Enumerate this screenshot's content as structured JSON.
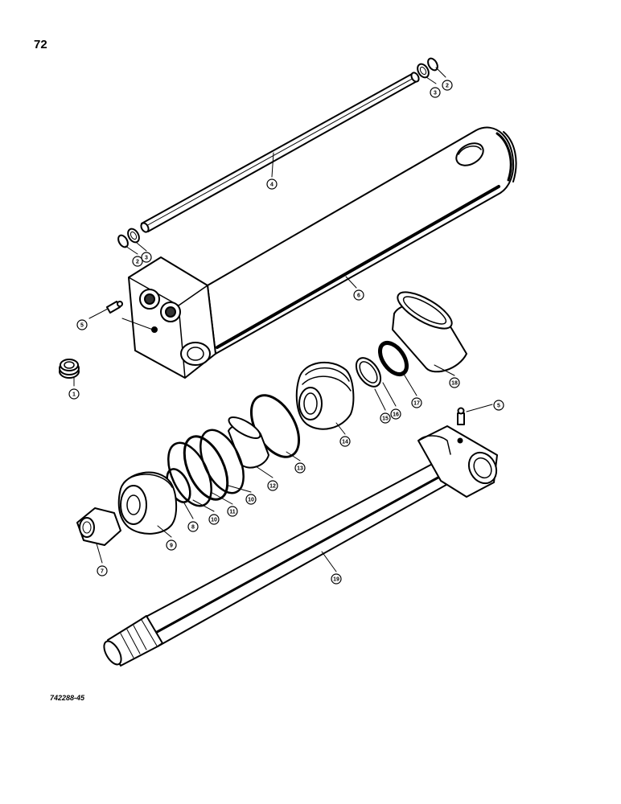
{
  "page_number": "72",
  "figure_id": "742288-45",
  "callouts": [
    {
      "key": "c1",
      "label": "1"
    },
    {
      "key": "c2a",
      "label": "2"
    },
    {
      "key": "c2b",
      "label": "2"
    },
    {
      "key": "c3a",
      "label": "3"
    },
    {
      "key": "c3b",
      "label": "3"
    },
    {
      "key": "c4",
      "label": "4"
    },
    {
      "key": "c5a",
      "label": "5"
    },
    {
      "key": "c5b",
      "label": "5"
    },
    {
      "key": "c6",
      "label": "6"
    },
    {
      "key": "c7",
      "label": "7"
    },
    {
      "key": "c8",
      "label": "8"
    },
    {
      "key": "c9",
      "label": "9"
    },
    {
      "key": "c10a",
      "label": "10"
    },
    {
      "key": "c10b",
      "label": "10"
    },
    {
      "key": "c11",
      "label": "11"
    },
    {
      "key": "c12",
      "label": "12"
    },
    {
      "key": "c13",
      "label": "13"
    },
    {
      "key": "c14",
      "label": "14"
    },
    {
      "key": "c15",
      "label": "15"
    },
    {
      "key": "c16",
      "label": "16"
    },
    {
      "key": "c17",
      "label": "17"
    },
    {
      "key": "c18",
      "label": "18"
    },
    {
      "key": "c19",
      "label": "19"
    }
  ]
}
